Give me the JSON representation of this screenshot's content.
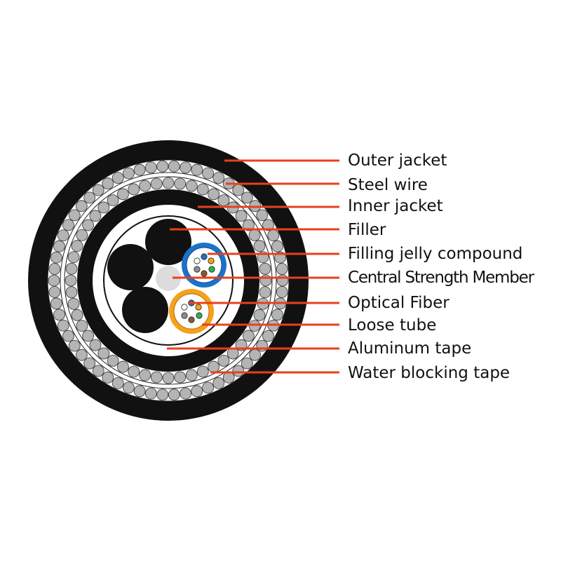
{
  "labels": [
    "Outer jacket",
    "Steel wire",
    "Inner jacket",
    "Filler",
    "Filling jelly compound",
    "Central Strength Member",
    "Optical Fiber",
    "Loose tube",
    "Aluminum tape",
    "Water blocking tape"
  ],
  "colors": {
    "jacket": "#111111",
    "steel_wire": "#b4b4b4",
    "leader_line": "#e8401c",
    "loose_tube_blue": "#1a73c9",
    "loose_tube_orange": "#f5a11c",
    "strength_member": "#dcdcdc"
  },
  "fiber_colors": [
    "#1a73c9",
    "#f5a11c",
    "#2bb24c",
    "#8b5a2b",
    "#8c8c8c",
    "#ffffff"
  ]
}
